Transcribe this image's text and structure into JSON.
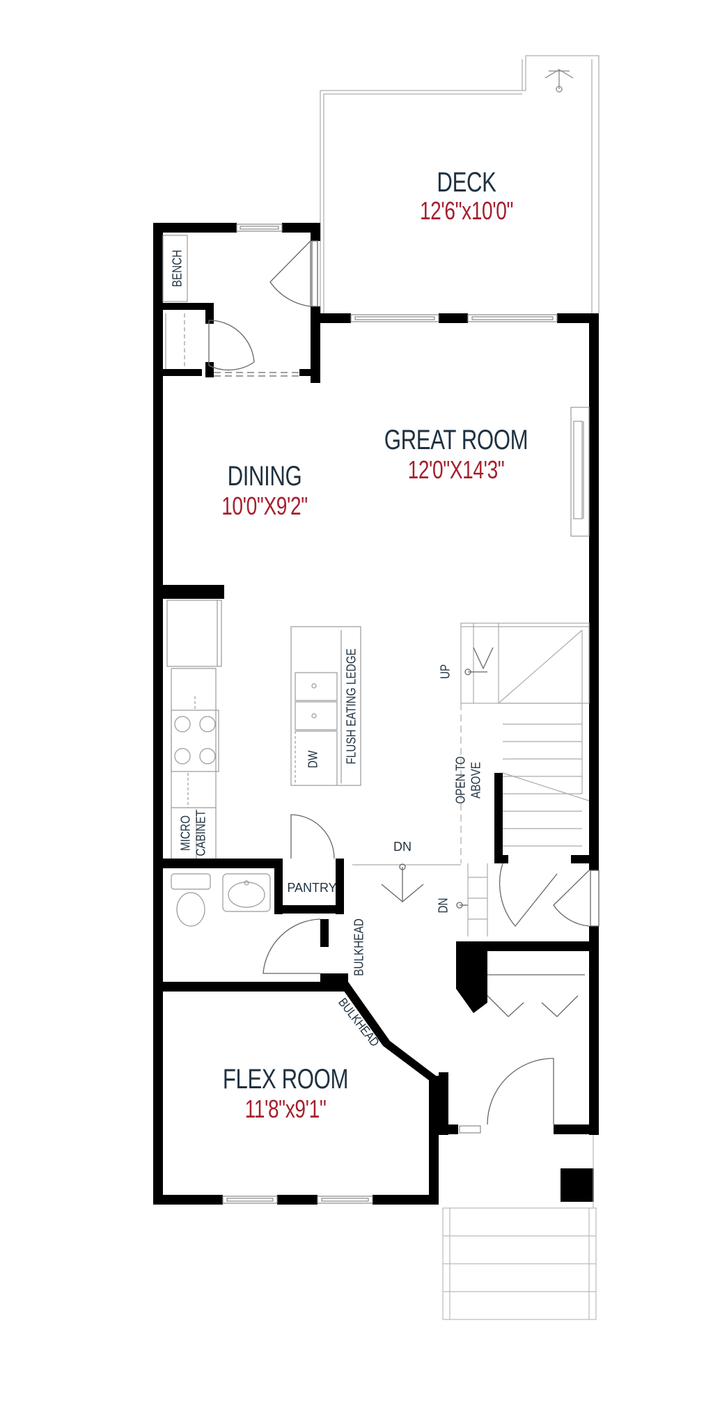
{
  "rooms": {
    "deck": {
      "name": "DECK",
      "dim": "12'6\"x10'0\""
    },
    "great_room": {
      "name": "GREAT ROOM",
      "dim": "12'0\"X14'3\""
    },
    "dining": {
      "name": "DINING",
      "dim": "10'0\"X9'2\""
    },
    "flex_room": {
      "name": "FLEX ROOM",
      "dim": "11'8\"x9'1\""
    }
  },
  "labels": {
    "bench": "BENCH",
    "flush_eating_ledge": "FLUSH EATING LEDGE",
    "dw": "DW",
    "up": "UP",
    "open_to_1": "OPEN TO",
    "open_to_2": "ABOVE",
    "micro_1": "MICRO",
    "micro_2": "CABINET",
    "dn_hall": "DN",
    "dn_stair": "DN",
    "pantry": "PANTRY",
    "bulkhead_vertical": "BULKHEAD",
    "bulkhead_diagonal": "BULKHEAD"
  },
  "colors": {
    "wall": "#000000",
    "room_name": "#1f3140",
    "room_dimension": "#a51f2d",
    "fixture_line": "#999999"
  }
}
